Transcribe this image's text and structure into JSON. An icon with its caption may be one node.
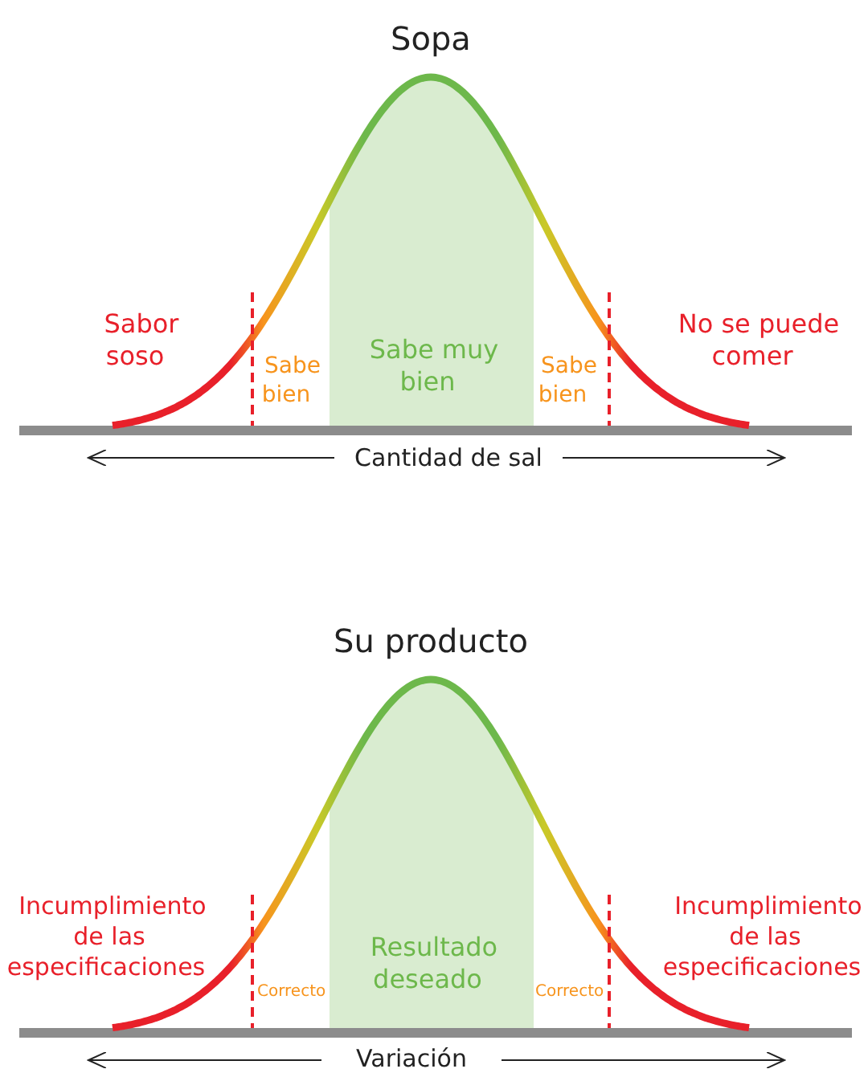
{
  "diagram": {
    "labels": [
      "Sopa",
      "Sabor soso",
      "Sabe bien",
      "Sabe muy bien",
      "Sabe bien",
      "No se puede comer",
      "Cantidad de sal",
      "Su producto",
      "Incumplimiento de las especificaciones",
      "Correcto",
      "Resultado deseado",
      "Correcto",
      "Incumplimiento de las especificaciones",
      "Variación"
    ]
  }
}
